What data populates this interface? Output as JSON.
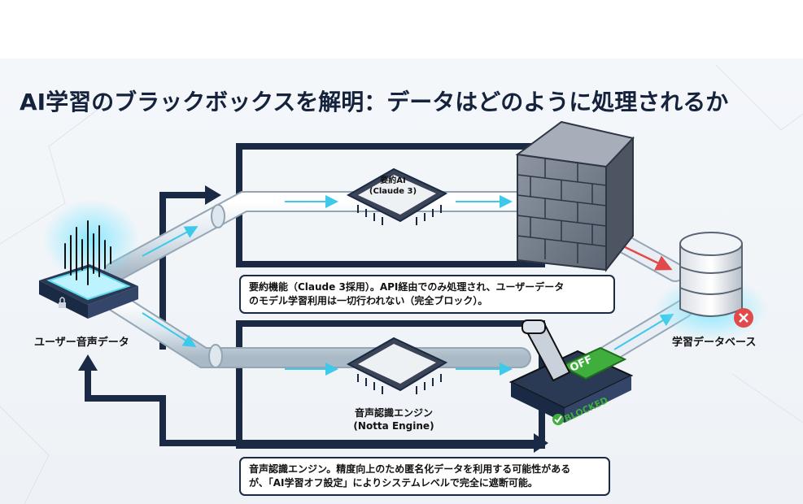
{
  "title": "AI学習のブラックボックスを解明：データはどのように処理されるか",
  "nodes": {
    "user_audio": "ユーザー音声データ",
    "database": "学習データベース",
    "summary_ai_line1": "要約AI",
    "summary_ai_line2": "(Claude 3)",
    "engine_line1": "音声認識エンジン",
    "engine_line2": "(Notta Engine)",
    "switch_label": "OFF",
    "blocked_label": "BLOCKED"
  },
  "captions": {
    "top_line1": "要約機能（Claude 3採用）。API経由でのみ処理され、ユーザーデータ",
    "top_line2": "のモデル学習利用は一切行われない（完全ブロック）。",
    "bottom_line1": "音声認識エンジン。精度向上のため匿名化データを利用する可能性がある",
    "bottom_line2": "が、「AI学習オフ設定」によりシステムレベルで完全に遮断可能。"
  },
  "colors": {
    "navy": "#1b2a44",
    "glow": "#5fd8f0",
    "switch_green": "#3fae3c",
    "block_red": "#e04a4a"
  }
}
